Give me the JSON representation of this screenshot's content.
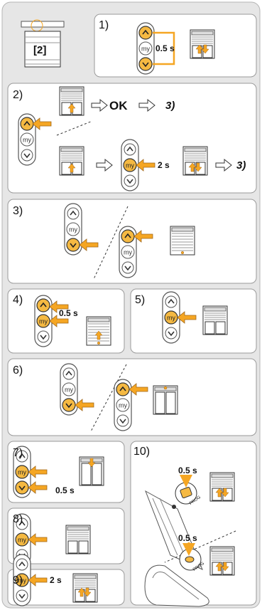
{
  "badge": "[2]",
  "steps": {
    "s1": "1)",
    "s2": "2)",
    "s3": "3)",
    "s4": "4)",
    "s5": "5)",
    "s6": "6)",
    "s7": "7)",
    "s8": "8)",
    "s9": "9)",
    "s10": "10)"
  },
  "times": {
    "t1": "0.5 s",
    "t2": "2 s",
    "t4": "0.5 s",
    "t7": "0.5 s",
    "t9": "2 s",
    "t10a": "0.5 s",
    "t10b": "0.5 s"
  },
  "flow": {
    "ok": "OK",
    "next_ref": "3)"
  },
  "remote": {
    "my_label": "my"
  },
  "prog_label": "PROG",
  "colors": {
    "accent": "#f5a623",
    "panel_border": "#9a9a9a",
    "frame_bg": "#e6e6e6"
  },
  "icons": [
    "up-chevron-icon",
    "my-button-icon",
    "down-chevron-icon",
    "press-arrow-icon",
    "roller-shutter-icon",
    "window-icon",
    "outline-arrow-icon",
    "prog-button-icon"
  ]
}
